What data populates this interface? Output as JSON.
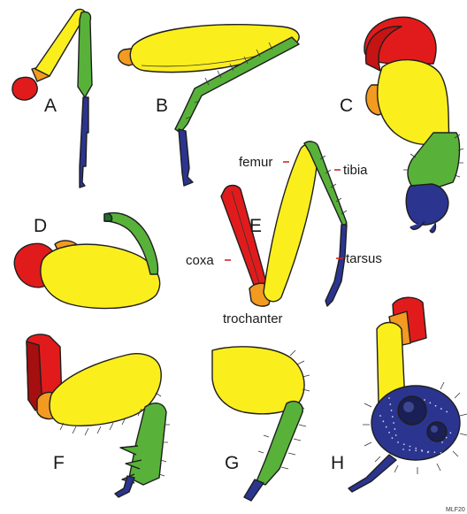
{
  "colors": {
    "coxa": "#e11b1b",
    "trochanter": "#f39a21",
    "femur": "#fbee1d",
    "tibia": "#58b23a",
    "tarsus": "#2b3590",
    "leader_line": "#d8242a",
    "outline": "#1e1e1e"
  },
  "panels": {
    "a": "A",
    "b": "B",
    "c": "C",
    "d": "D",
    "e": "E",
    "f": "F",
    "g": "G",
    "h": "H"
  },
  "parts": {
    "femur": "femur",
    "tibia": "tibia",
    "coxa": "coxa",
    "tarsus": "tarsus",
    "trochanter": "trochanter"
  },
  "credit": "MLF20"
}
